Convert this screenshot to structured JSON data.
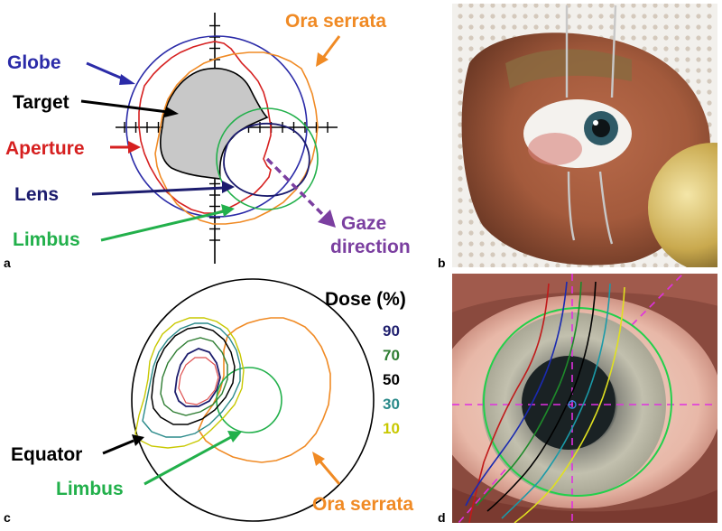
{
  "panels": [
    {
      "letter": "a"
    },
    {
      "letter": "b"
    },
    {
      "letter": "c"
    },
    {
      "letter": "d"
    }
  ],
  "panel_a": {
    "labels": {
      "globe": "Globe",
      "target": "Target",
      "aperture": "Aperture",
      "lens": "Lens",
      "limbus": "Limbus",
      "ora_serrata": "Ora serrata",
      "gaze_line1": "Gaze",
      "gaze_line2": "direction"
    }
  },
  "panel_c": {
    "dose_title": "Dose (%)",
    "dose_levels": [
      {
        "value": "90",
        "color": "#1f1f6e"
      },
      {
        "value": "70",
        "color": "#2e7d32"
      },
      {
        "value": "50",
        "color": "#000000"
      },
      {
        "value": "30",
        "color": "#2a8a8a"
      },
      {
        "value": "10",
        "color": "#c8c800"
      }
    ],
    "labels": {
      "equator": "Equator",
      "limbus": "Limbus",
      "ora_serrata": "Ora serrata"
    }
  },
  "colors": {
    "globe": "#2b2ba8",
    "target_fill": "#c8c8c8",
    "aperture": "#d62020",
    "lens": "#1c1c6e",
    "limbus": "#22b04b",
    "ora_serrata": "#f08a24",
    "gaze": "#7b3fa0",
    "equator": "#000000"
  }
}
